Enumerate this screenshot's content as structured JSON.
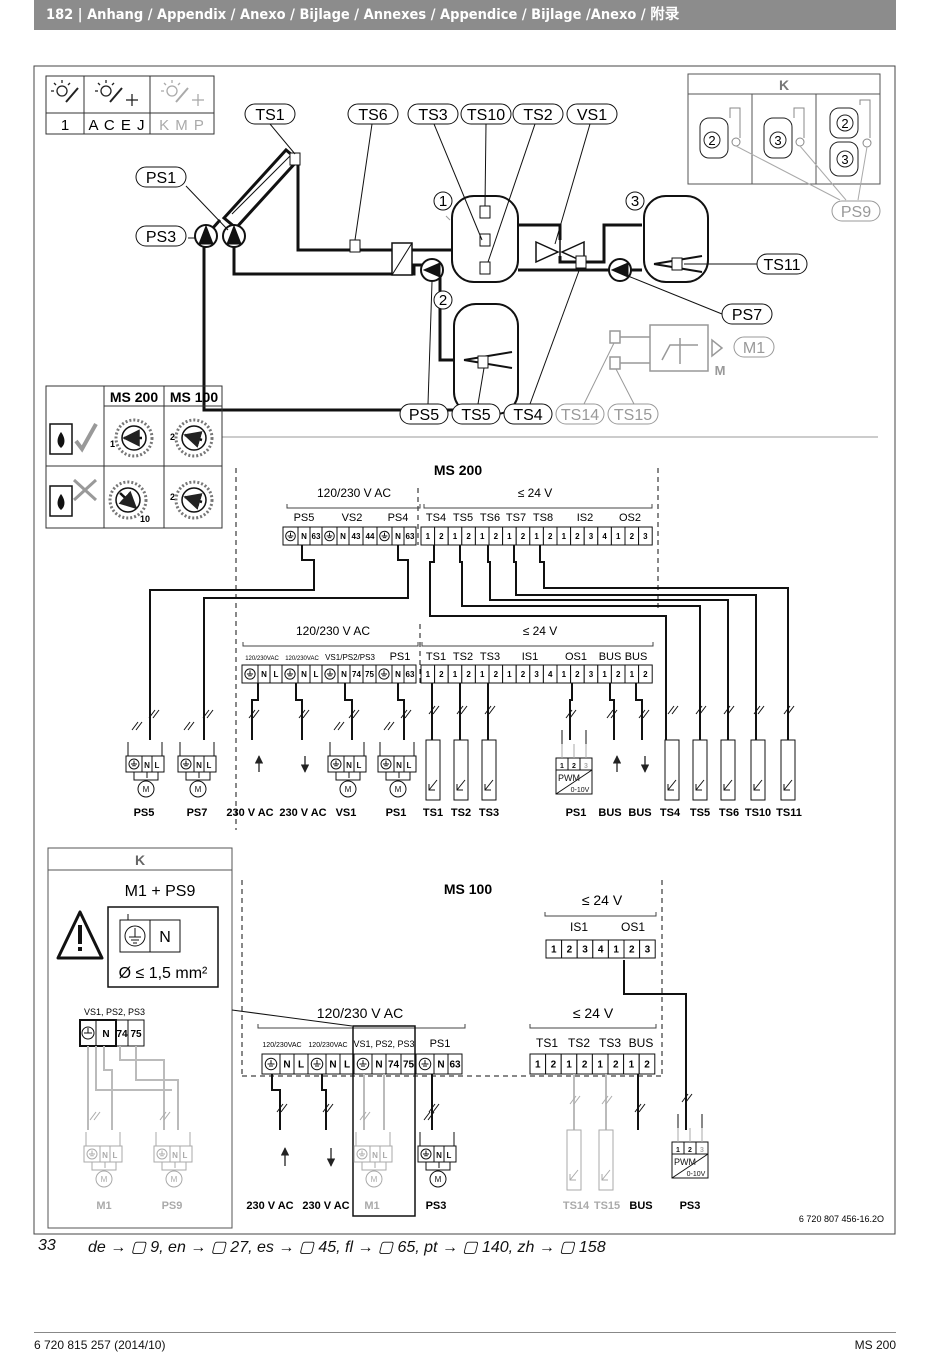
{
  "header": {
    "title": "182 | Anhang / Appendix / Anexo / Bijlage / Annexes / Appendice / Bijlage /Anexo / 附录"
  },
  "legend": {
    "code_1": "1",
    "codes_acej": "A C E J",
    "codes_kmp": "K M P"
  },
  "k_top": {
    "title": "K",
    "c2a": "2",
    "c3a": "3",
    "c2b": "2",
    "c3b": "3"
  },
  "hydraulic": {
    "callouts": {
      "ts1": "TS1",
      "ts6": "TS6",
      "ts3": "TS3",
      "ts10": "TS10",
      "ts2": "TS2",
      "vs1": "VS1",
      "ps1": "PS1",
      "ps3": "PS3",
      "ts11": "TS11",
      "ps7": "PS7",
      "m1": "M1",
      "ps9": "PS9",
      "ps5": "PS5",
      "ts5": "TS5",
      "ts4": "TS4",
      "ts14": "TS14",
      "ts15": "TS15"
    },
    "circ1": "1",
    "circ2": "2",
    "circ3": "3",
    "mixer_label": "M"
  },
  "switch_table": {
    "col1": "MS 200",
    "col2": "MS 100",
    "pos_1": "1",
    "pos_10": "10",
    "pos_2a": "2",
    "pos_2b": "2"
  },
  "ms200": {
    "title": "MS 200",
    "upper": {
      "hv_group": "120/230 V AC",
      "lv_group": "≤ 24 V",
      "hv_labels": [
        "PS5",
        "VS2",
        "PS4"
      ],
      "lv_labels": [
        "TS4",
        "TS5",
        "TS6",
        "TS7",
        "TS8",
        "IS2",
        "OS2"
      ],
      "hv_terms": [
        "N",
        "63",
        "N",
        "43",
        "44",
        "N",
        "63"
      ],
      "lv_terms": [
        "1",
        "2",
        "1",
        "2",
        "1",
        "2",
        "1",
        "2",
        "1",
        "2",
        "1",
        "2",
        "3",
        "4",
        "1",
        "2",
        "3"
      ]
    },
    "lower": {
      "hv_group": "120/230 V AC",
      "lv_group": "≤ 24 V",
      "hv_labels": [
        "120/230VAC",
        "120/230VAC",
        "VS1/PS2/PS3",
        "PS1"
      ],
      "lv_labels": [
        "TS1",
        "TS2",
        "TS3",
        "IS1",
        "OS1",
        "BUS",
        "BUS"
      ],
      "hv_terms": [
        "N",
        "L",
        "N",
        "L",
        "N",
        "74",
        "75",
        "N",
        "63"
      ],
      "lv_terms": [
        "1",
        "2",
        "1",
        "2",
        "1",
        "2",
        "1",
        "2",
        "3",
        "4",
        "1",
        "2",
        "3",
        "1",
        "2",
        "1",
        "2"
      ]
    },
    "devices": {
      "ps5": "PS5",
      "ps7": "PS7",
      "ac1": "230 V AC",
      "ac2": "230 V AC",
      "vs1": "VS1",
      "ps1": "PS1",
      "ts1": "TS1",
      "ts2": "TS2",
      "ts3": "TS3",
      "ps1b": "PS1",
      "bus1": "BUS",
      "bus2": "BUS",
      "ts4": "TS4",
      "ts5": "TS5",
      "ts6": "TS6",
      "ts10": "TS10",
      "ts11": "TS11"
    },
    "term_n": "N",
    "term_l": "L",
    "motor": "M",
    "pwm": "PWM",
    "pwm_range": "0-10V",
    "pwm_pins": [
      "1",
      "2",
      "3"
    ]
  },
  "k_bottom": {
    "title": "K",
    "subtitle": "M1 + PS9",
    "term_n": "N",
    "cable": "Ø ≤ 1,5 mm²",
    "strip_label": "VS1, PS2, PS3",
    "strip_terms": [
      "N",
      "74",
      "75"
    ],
    "m1": "M1",
    "ps9": "PS9"
  },
  "ms100": {
    "title": "MS 100",
    "top_group": "≤ 24 V",
    "top_labels": [
      "IS1",
      "OS1"
    ],
    "top_terms": [
      "1",
      "2",
      "3",
      "4",
      "1",
      "2",
      "3"
    ],
    "hv_group": "120/230 V AC",
    "lv_group": "≤ 24 V",
    "hv_labels": [
      "120/230VAC",
      "120/230VAC",
      "VS1, PS2, PS3",
      "PS1"
    ],
    "lv_labels": [
      "TS1",
      "TS2",
      "TS3",
      "BUS"
    ],
    "hv_terms": [
      "N",
      "L",
      "N",
      "L",
      "N",
      "74",
      "75",
      "N",
      "63"
    ],
    "lv_terms": [
      "1",
      "2",
      "1",
      "2",
      "1",
      "2",
      "1",
      "2"
    ],
    "devices": {
      "ac1": "230 V AC",
      "ac2": "230 V AC",
      "m1": "M1",
      "ps3": "PS3",
      "ts14": "TS14",
      "ts15": "TS15",
      "bus": "BUS",
      "ps3b": "PS3"
    }
  },
  "doc_code": "6 720 807 456-16.2O",
  "footer": {
    "fig_no": "33",
    "refs": "de → ▢ 9, en → ▢ 27, es → ▢ 45, fl → ▢ 65, pt → ▢ 140, zh → ▢ 158",
    "doc_id": "6 720 815 257 (2014/10)",
    "product": "MS 200"
  }
}
